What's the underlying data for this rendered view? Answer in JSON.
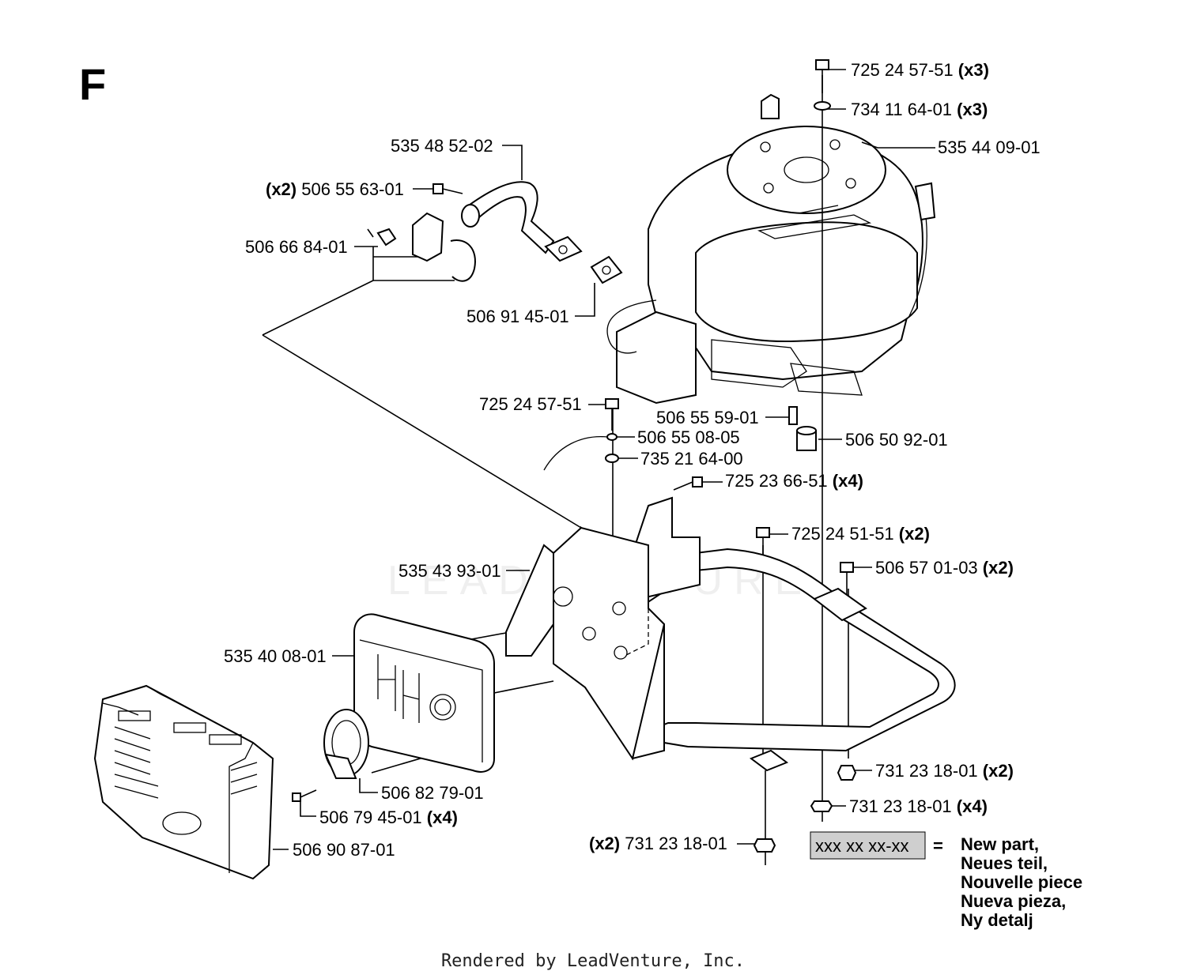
{
  "diagram": {
    "section_letter": "F",
    "watermark": "LEADVENTURE",
    "footer": "Rendered by LeadVenture, Inc.",
    "legend": {
      "code": "xxx xx xx-xx",
      "equals": "=",
      "lines": [
        "New part,",
        "Neues teil,",
        "Nouvelle piece",
        "Nueva pieza,",
        "Ny detalj"
      ],
      "highlight_color": "#cfcfcf"
    },
    "labels": [
      {
        "id": "bolt-top",
        "part": "725 24 57-51",
        "qty": "(x3)"
      },
      {
        "id": "washer-top",
        "part": "734 11 64-01",
        "qty": "(x3)"
      },
      {
        "id": "engine",
        "part": "535 44 09-01",
        "qty": ""
      },
      {
        "id": "exhaust-pipe",
        "part": "535 48 52-02",
        "qty": ""
      },
      {
        "id": "pipe-bolt",
        "part": "506 55 63-01",
        "qty": "(x2)"
      },
      {
        "id": "clamp-kit",
        "part": "506 66 84-01",
        "qty": ""
      },
      {
        "id": "gasket",
        "part": "506 91 45-01",
        "qty": ""
      },
      {
        "id": "ground-bolt",
        "part": "725 24 57-51",
        "qty": ""
      },
      {
        "id": "key",
        "part": "506 55 59-01",
        "qty": ""
      },
      {
        "id": "ground-terminal",
        "part": "506 55 08-05",
        "qty": ""
      },
      {
        "id": "spacer",
        "part": "506 50 92-01",
        "qty": ""
      },
      {
        "id": "lock-washer",
        "part": "735 21 64-00",
        "qty": ""
      },
      {
        "id": "bracket-screw",
        "part": "725 23 66-51",
        "qty": "(x4)"
      },
      {
        "id": "frame-bolt",
        "part": "725 24 51-51",
        "qty": "(x2)"
      },
      {
        "id": "frame-bolt-2",
        "part": "506 57 01-03",
        "qty": "(x2)"
      },
      {
        "id": "muffler-bracket",
        "part": "535 43 93-01",
        "qty": ""
      },
      {
        "id": "muffler",
        "part": "535 40 08-01",
        "qty": ""
      },
      {
        "id": "frame-nut",
        "part": "731 23 18-01",
        "qty": "(x2)"
      },
      {
        "id": "deflector",
        "part": "506 82 79-01",
        "qty": ""
      },
      {
        "id": "bottom-nut",
        "part": "731 23 18-01",
        "qty": "(x4)"
      },
      {
        "id": "deflector-screw",
        "part": "506 79 45-01",
        "qty": "(x4)"
      },
      {
        "id": "left-nut",
        "part": "731 23 18-01",
        "qty": "(x2)"
      },
      {
        "id": "muffler-guard",
        "part": "506 90 87-01",
        "qty": ""
      }
    ]
  }
}
